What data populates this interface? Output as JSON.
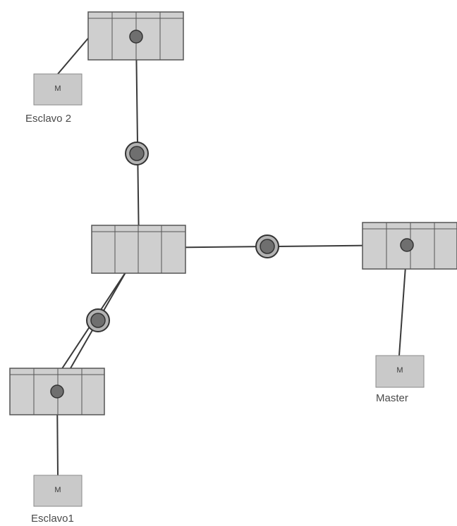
{
  "motors": {
    "slave2": {
      "glyph": "M",
      "label": "Esclavo 2"
    },
    "master": {
      "glyph": "M",
      "label": "Master"
    },
    "slave1": {
      "glyph": "M",
      "label": "Esclavo1"
    }
  },
  "colors": {
    "rack_fill": "#cfcfcf",
    "rack_stroke": "#555555",
    "motor_fill": "#c9c9c9",
    "line": "#3a3a3a",
    "node": "#6f6f6f",
    "text": "#4a4a4a"
  }
}
